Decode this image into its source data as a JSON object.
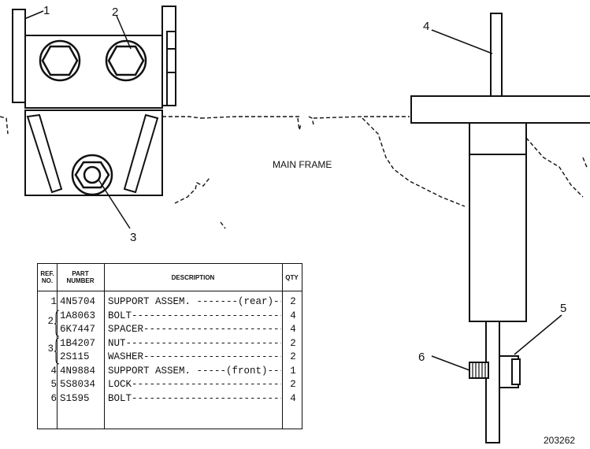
{
  "callouts": [
    "1",
    "2",
    "3",
    "4",
    "5",
    "6"
  ],
  "main_frame_label": "MAIN FRAME",
  "figure_number": "203262",
  "table": {
    "headers": {
      "ref": [
        "REF.",
        "NO."
      ],
      "part": [
        "PART",
        "NUMBER"
      ],
      "description": "DESCRIPTION",
      "qty": "QTY"
    },
    "rows": [
      {
        "ref": "1",
        "part": "4N5704",
        "description": "SUPPORT ASSEM. -------(rear)----",
        "qty": "2"
      },
      {
        "ref": "",
        "part": "1A8063",
        "description": "BOLT---------------------------",
        "qty": "4"
      },
      {
        "ref": "",
        "part": "6K7447",
        "description": "SPACER-------------------------",
        "qty": "4"
      },
      {
        "ref": "",
        "part": "1B4207",
        "description": "NUT----------------------------",
        "qty": "2"
      },
      {
        "ref": "",
        "part": "2S115",
        "description": "WASHER-------------------------",
        "qty": "2"
      },
      {
        "ref": "4",
        "part": "4N9884",
        "description": "SUPPORT ASSEM. -----(front)-----",
        "qty": "1"
      },
      {
        "ref": "5",
        "part": "5S8034",
        "description": "LOCK---------------------------",
        "qty": "2"
      },
      {
        "ref": "6",
        "part": "S1595",
        "description": "BOLT---------------------------",
        "qty": "4"
      }
    ],
    "group_refs": [
      {
        "ref": "2",
        "rows": "1-2"
      },
      {
        "ref": "3",
        "rows": "3-4"
      }
    ]
  }
}
